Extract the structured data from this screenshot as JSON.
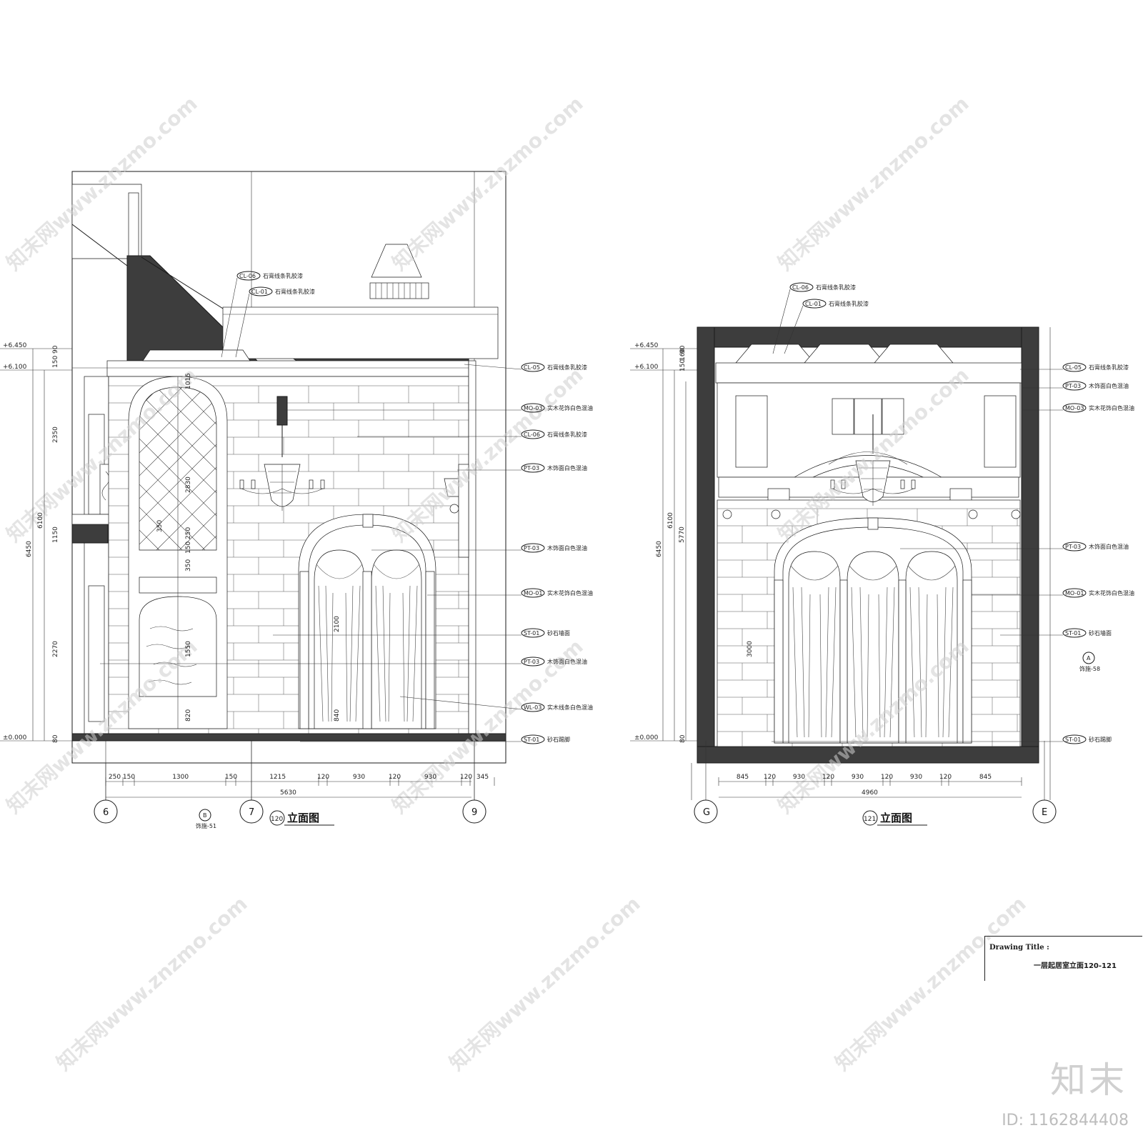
{
  "elevation_left": {
    "view_number": "120",
    "view_title": "立面图",
    "grid_axes": [
      "6",
      "7",
      "9"
    ],
    "level_labels": [
      "+6.450",
      "+6.100",
      "±0.000"
    ],
    "height_dims_outer": [
      "6450",
      "6100"
    ],
    "height_dims_inner": [
      "2350",
      "1150",
      "2270",
      "80",
      "350",
      "150",
      "90"
    ],
    "inner_dims": [
      "2830",
      "2100",
      "1550",
      "820",
      "840",
      "350",
      "1015",
      "150",
      "250"
    ],
    "width_dims": [
      "250",
      "150",
      "1300",
      "150",
      "1215",
      "120",
      "930",
      "120",
      "930",
      "120",
      "345"
    ],
    "total_width": "5630",
    "detail_ref": {
      "letter": "B",
      "text": "饰施-51"
    },
    "callouts": [
      {
        "code": "CL-06",
        "text": "石膏线条乳胶漆"
      },
      {
        "code": "CL-01",
        "text": "石膏线条乳胶漆"
      },
      {
        "code": "CL-05",
        "text": "石膏线条乳胶漆"
      },
      {
        "code": "MO-03",
        "text": "实木花饰白色混油"
      },
      {
        "code": "CL-06",
        "text": "石膏线条乳胶漆"
      },
      {
        "code": "PT-03",
        "text": "木饰面白色混油"
      },
      {
        "code": "PT-03",
        "text": "木饰面白色混油"
      },
      {
        "code": "MO-01",
        "text": "实木花饰白色混油"
      },
      {
        "code": "ST-01",
        "text": "砂石墙面"
      },
      {
        "code": "PT-03",
        "text": "木饰面白色混油"
      },
      {
        "code": "WL-03",
        "text": "实木线条白色混油"
      },
      {
        "code": "ST-01",
        "text": "砂石踢脚"
      }
    ]
  },
  "elevation_right": {
    "view_number": "121",
    "view_title": "立面图",
    "grid_axes": [
      "G",
      "E"
    ],
    "level_labels": [
      "+6.450",
      "+6.100",
      "±0.000"
    ],
    "height_dims_outer": [
      "6450",
      "6100",
      "5770"
    ],
    "height_dims_inner": [
      "80",
      "90",
      "160",
      "150"
    ],
    "inner_dims": [
      "3000"
    ],
    "width_dims": [
      "845",
      "120",
      "930",
      "120",
      "930",
      "120",
      "930",
      "120",
      "845"
    ],
    "total_width": "4960",
    "detail_ref": {
      "letter": "A",
      "text": "饰施-58"
    },
    "callouts": [
      {
        "code": "CL-06",
        "text": "石膏线条乳胶漆"
      },
      {
        "code": "CL-01",
        "text": "石膏线条乳胶漆"
      },
      {
        "code": "CL-05",
        "text": "石膏线条乳胶漆"
      },
      {
        "code": "PT-03",
        "text": "木饰面白色混油"
      },
      {
        "code": "MO-03",
        "text": "实木花饰白色混油"
      },
      {
        "code": "PT-03",
        "text": "木饰面白色混油"
      },
      {
        "code": "MO-01",
        "text": "实木花饰白色混油"
      },
      {
        "code": "ST-01",
        "text": "砂石墙面"
      },
      {
        "code": "ST-01",
        "text": "砂石踢脚"
      }
    ]
  },
  "title_block": {
    "label": "Drawing Title :",
    "value": "一层起居室立面120-121"
  },
  "watermark_text": "知末网www.znzmo.com",
  "brand_text": "知末",
  "image_id": "ID: 1162844408"
}
